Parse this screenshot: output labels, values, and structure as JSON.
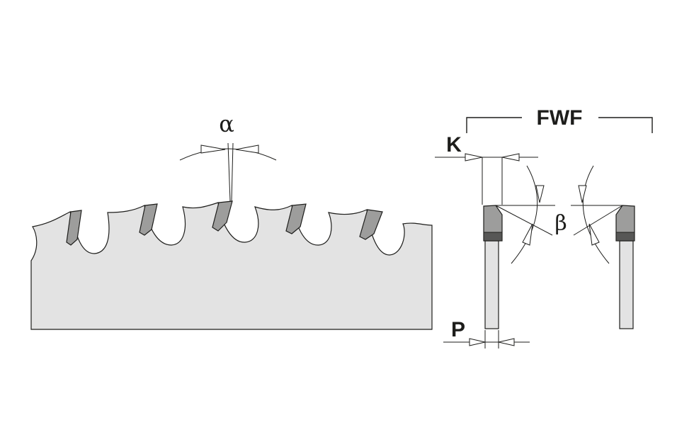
{
  "labels": {
    "alpha": "α",
    "beta": "β",
    "k": "K",
    "p": "P",
    "fwf": "FWF"
  },
  "colors": {
    "blade_fill": "#e3e3e3",
    "tooth_fill": "#9d9d9c",
    "tooth_dark": "#575756",
    "line": "#1d1d1b"
  }
}
